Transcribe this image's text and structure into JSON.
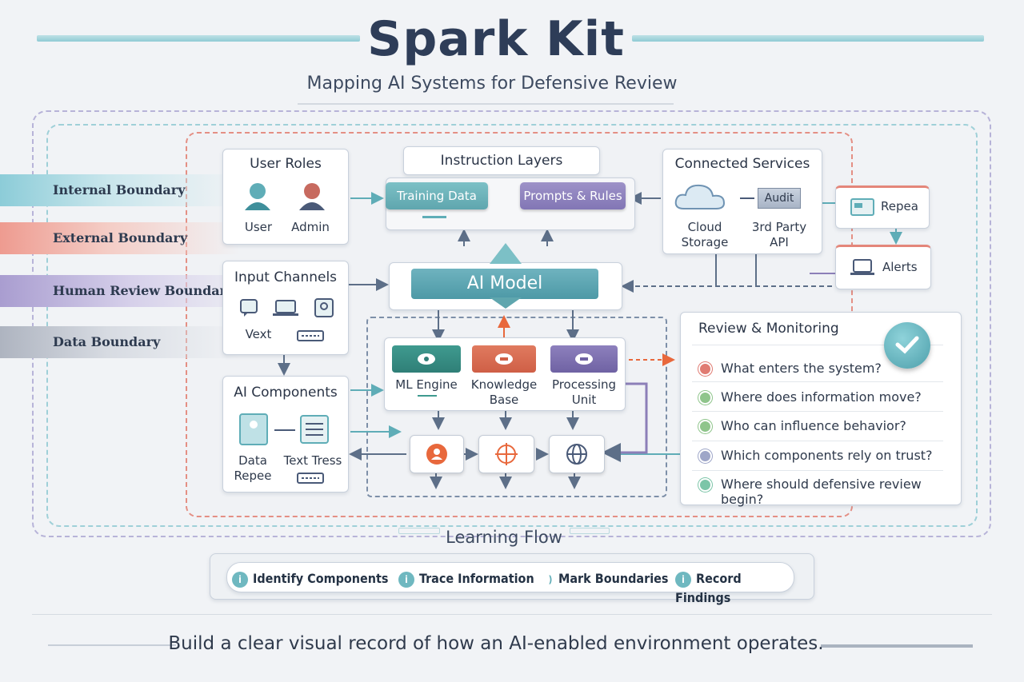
{
  "title": "Spark Kit",
  "subtitle": "Mapping AI Systems for Defensive Review",
  "boundaries": [
    {
      "label": "Internal Boundary",
      "color": "#7cc5d2"
    },
    {
      "label": "External Boundary",
      "color": "#e88e82"
    },
    {
      "label": "Human Review Boundary",
      "color": "#a195c8"
    },
    {
      "label": "Data Boundary",
      "color": "#aab1bd"
    }
  ],
  "user_roles": {
    "title": "User Roles",
    "user": "User",
    "admin": "Admin"
  },
  "instruction_layers": {
    "title": "Instruction Layers",
    "training": "Training Data",
    "prompts": "Prompts & Rules"
  },
  "connected_services": {
    "title": "Connected Services",
    "cloud": "Cloud\nStorage",
    "audit": "Audit",
    "api": "3rd Party\nAPI"
  },
  "side_items": {
    "repea": "Repea",
    "alerts": "Alerts"
  },
  "input_channels": {
    "title": "Input Channels",
    "vext": "Vext"
  },
  "ai_model": {
    "label": "AI Model"
  },
  "modules": {
    "ml": "ML Engine",
    "kb": "Knowledge\nBase",
    "pu": "Processing\nUnit"
  },
  "ai_components": {
    "title": "AI Components",
    "data": "Data\nRepee",
    "text": "Text Tress"
  },
  "review": {
    "title": "Review & Monitoring",
    "questions": [
      {
        "text": "What enters the system?",
        "color": "#e07b72"
      },
      {
        "text": "Where does information move?",
        "color": "#8fc58b"
      },
      {
        "text": "Who can influence behavior?",
        "color": "#8fc58b"
      },
      {
        "text": "Which components rely on trust?",
        "color": "#9ea6c8"
      },
      {
        "text": "Where should defensive review begin?",
        "color": "#7cc5a8"
      }
    ]
  },
  "learning_flow": {
    "title": "Learning Flow",
    "steps": [
      "Identify Components",
      "Trace Information",
      "Mark Boundaries",
      "Record Findings"
    ]
  },
  "footer": "Build a clear visual record of how an AI-enabled environment operates.",
  "colors": {
    "teal": "#5fadb7",
    "red": "#e06a5a",
    "purple": "#8c7fb8",
    "slate": "#2d3a4f"
  }
}
